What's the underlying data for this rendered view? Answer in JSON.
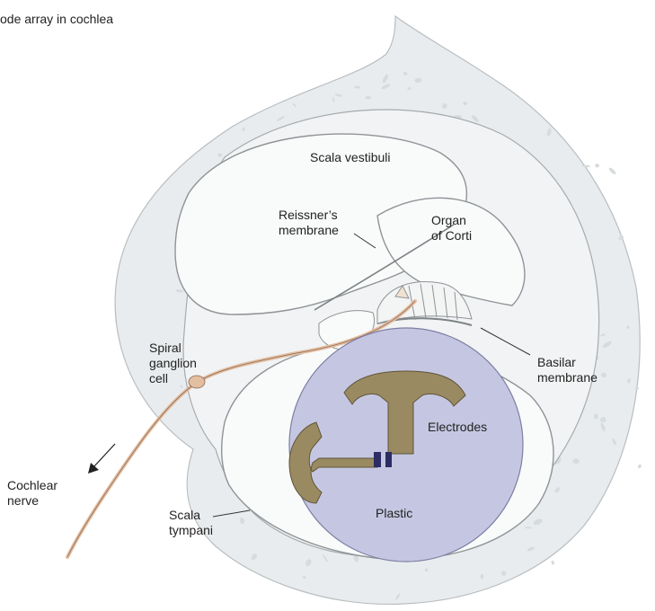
{
  "title": "ode array in cochlea",
  "labels": {
    "scala_vestibuli": "Scala vestibuli",
    "reissners_membrane": [
      "Reissner’s",
      "membrane"
    ],
    "organ_of_corti": [
      "Organ",
      "of Corti"
    ],
    "spiral_ganglion_cell": [
      "Spiral",
      "ganglion",
      "cell"
    ],
    "basilar_membrane": [
      "Basilar",
      "membrane"
    ],
    "electrodes": "Electrodes",
    "cochlear_nerve": [
      "Cochlear",
      "nerve"
    ],
    "scala_tympani": [
      "Scala",
      "tympani"
    ],
    "plastic": "Plastic"
  },
  "colors": {
    "bone": "#e9ecee",
    "bone_speckle": "#d6dbde",
    "chamber": "#f9fafa",
    "plastic": "#c5c7e2",
    "electrode": "#9a8a62",
    "electrode_contact": "#2d2d64",
    "nerve": "#e4bea0",
    "outline": "#8f9497"
  }
}
